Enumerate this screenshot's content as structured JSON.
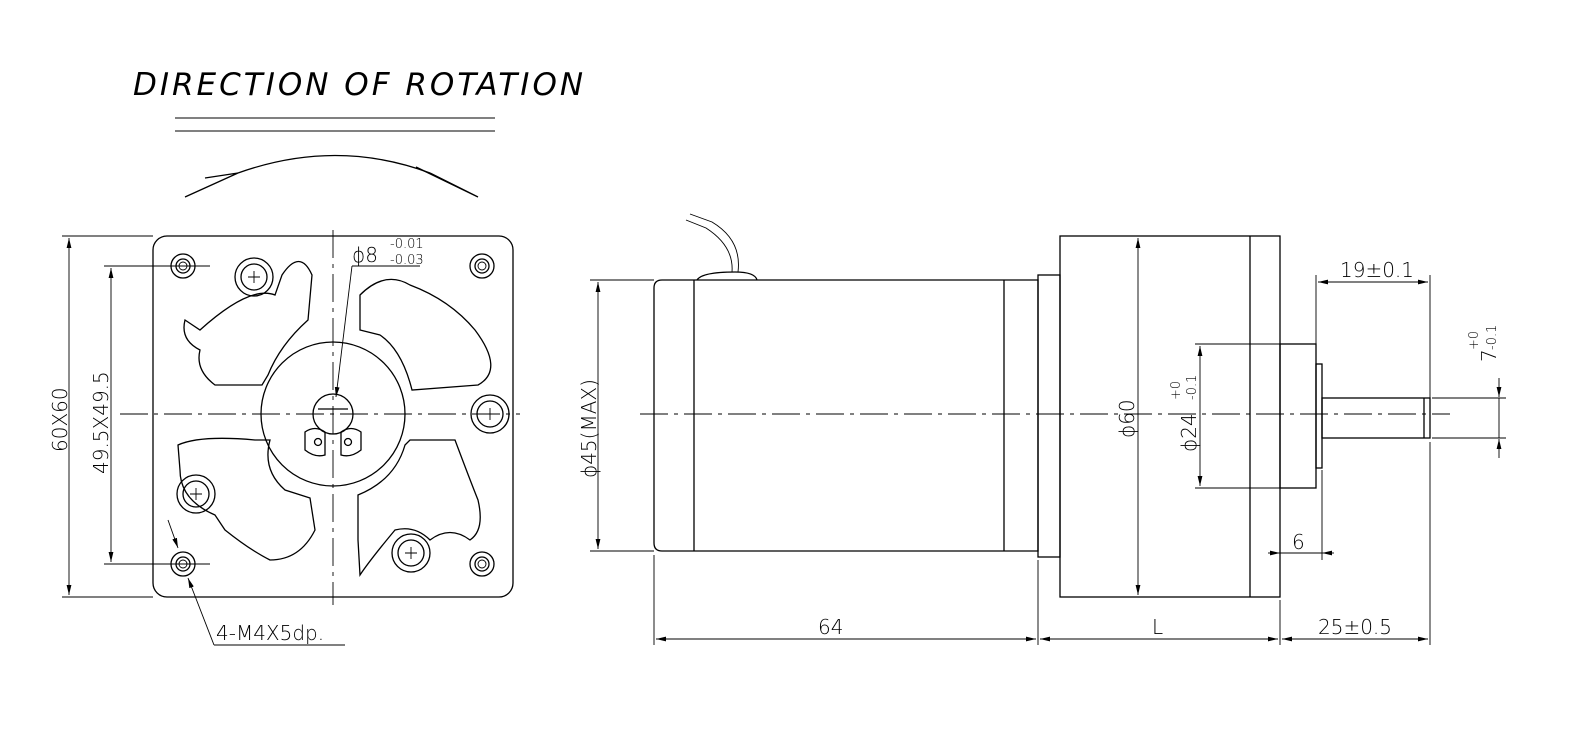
{
  "drawing": {
    "title": "DIRECTION OF ROTATION",
    "front_view": {
      "dim_outer": "60X60",
      "dim_hole_spacing": "49.5X49.5",
      "dim_shaft_dia": "ϕ8",
      "dim_shaft_tol_upper": "-0.01",
      "dim_shaft_tol_lower": "-0.03",
      "note_holes": "4-M4X5dp."
    },
    "side_view": {
      "dim_motor_dia": "ϕ45(MAX)",
      "dim_motor_length": "64",
      "dim_gearbox_length": "L",
      "dim_gearbox_dia": "ϕ60",
      "dim_boss_dia": "ϕ24",
      "dim_boss_tol_upper": "+0",
      "dim_boss_tol_lower": "-0.1",
      "dim_shaft_key": "19±0.1",
      "dim_flat": "7",
      "dim_flat_tol_upper": "+0",
      "dim_flat_tol_lower": "-0.1",
      "dim_boss_length": "6",
      "dim_shaft_length": "25±0.5"
    }
  }
}
